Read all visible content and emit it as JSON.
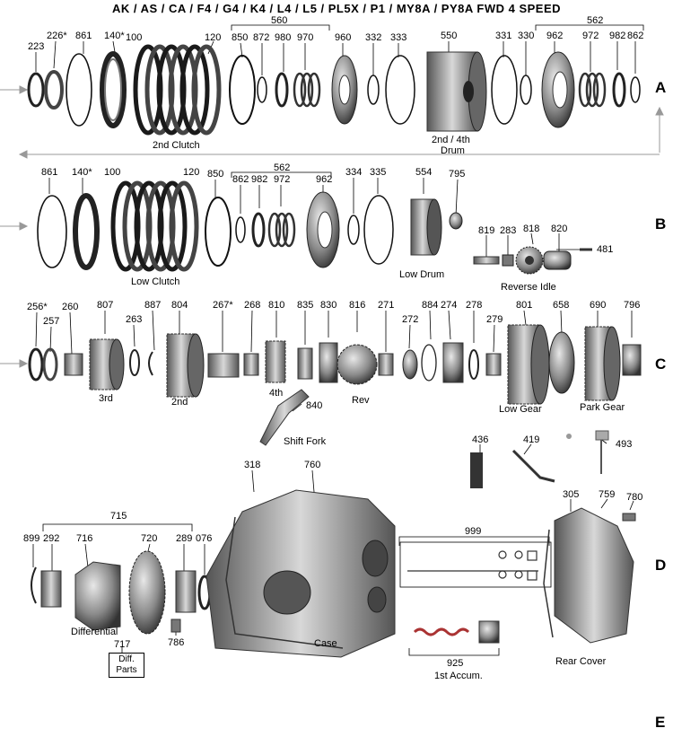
{
  "title": "AK / AS / CA / F4 / G4 / K4 / L4 / L5 / PL5X / P1 / MY8A  / PY8A    FWD 4  SPEED",
  "rows": [
    "A",
    "B",
    "C",
    "D",
    "E"
  ],
  "parts": {
    "a_223": "223",
    "a_226": "226*",
    "a_861": "861",
    "a_140": "140*",
    "a_100": "100",
    "a_120": "120",
    "a_850": "850",
    "a_560": "560",
    "a_872": "872",
    "a_980": "980",
    "a_970": "970",
    "a_960": "960",
    "a_332": "332",
    "a_333": "333",
    "a_550": "550",
    "a_331": "331",
    "a_330": "330",
    "a_562": "562",
    "a_962": "962",
    "a_972": "972",
    "a_982": "982",
    "a_862": "862",
    "b_861": "861",
    "b_140": "140*",
    "b_100": "100",
    "b_120": "120",
    "b_850": "850",
    "b_562": "562",
    "b_862": "862",
    "b_982": "982",
    "b_972": "972",
    "b_962": "962",
    "b_334": "334",
    "b_335": "335",
    "b_554": "554",
    "b_795": "795",
    "b_819": "819",
    "b_283": "283",
    "b_818": "818",
    "b_820": "820",
    "b_481": "481",
    "c_256": "256*",
    "c_257": "257",
    "c_260": "260",
    "c_807": "807",
    "c_263": "263",
    "c_887": "887",
    "c_804": "804",
    "c_267": "267*",
    "c_268": "268",
    "c_810": "810",
    "c_835": "835",
    "c_830": "830",
    "c_816": "816",
    "c_271": "271",
    "c_272": "272",
    "c_884": "884",
    "c_274": "274",
    "c_278": "278",
    "c_279": "279",
    "c_801": "801",
    "c_658": "658",
    "c_690": "690",
    "c_796": "796",
    "c_840": "840",
    "c_436": "436",
    "c_419": "419",
    "c_493": "493",
    "d_318": "318",
    "d_760": "760",
    "d_715": "715",
    "d_899": "899",
    "d_292": "292",
    "d_716": "716",
    "d_720": "720",
    "d_289": "289",
    "d_076": "076",
    "d_786": "786",
    "d_717": "717",
    "d_999": "999",
    "d_925": "925",
    "d_305": "305",
    "d_759": "759",
    "d_780": "780"
  },
  "captions": {
    "second_clutch": "2nd Clutch",
    "drum_line1": "2nd / 4th",
    "drum_line2": "Drum",
    "low_clutch": "Low Clutch",
    "low_drum": "Low Drum",
    "reverse_idle": "Reverse Idle",
    "third": "3rd",
    "second": "2nd",
    "fourth": "4th",
    "rev": "Rev",
    "low_gear": "Low Gear",
    "park_gear": "Park Gear",
    "shift_fork": "Shift Fork",
    "differential": "Differential",
    "case": "Case",
    "first_accum": "1st Accum.",
    "rear_cover": "Rear Cover",
    "diff_parts_line1": "Diff.",
    "diff_parts_line2": "Parts"
  }
}
